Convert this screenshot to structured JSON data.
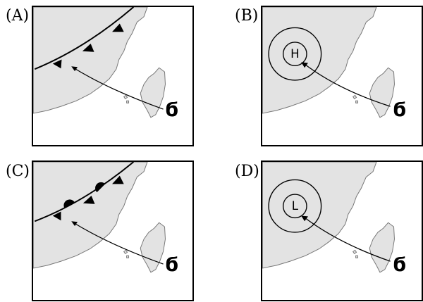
{
  "panels": [
    {
      "id": "A",
      "label": "(A)",
      "type": "cold-front"
    },
    {
      "id": "B",
      "label": "(B)",
      "type": "high-pressure",
      "center_label": "H"
    },
    {
      "id": "C",
      "label": "(C)",
      "type": "stationary-front"
    },
    {
      "id": "D",
      "label": "(D)",
      "type": "low-pressure",
      "center_label": "L"
    }
  ],
  "icons": {
    "typhoon": "typhoon-symbol-icon"
  }
}
